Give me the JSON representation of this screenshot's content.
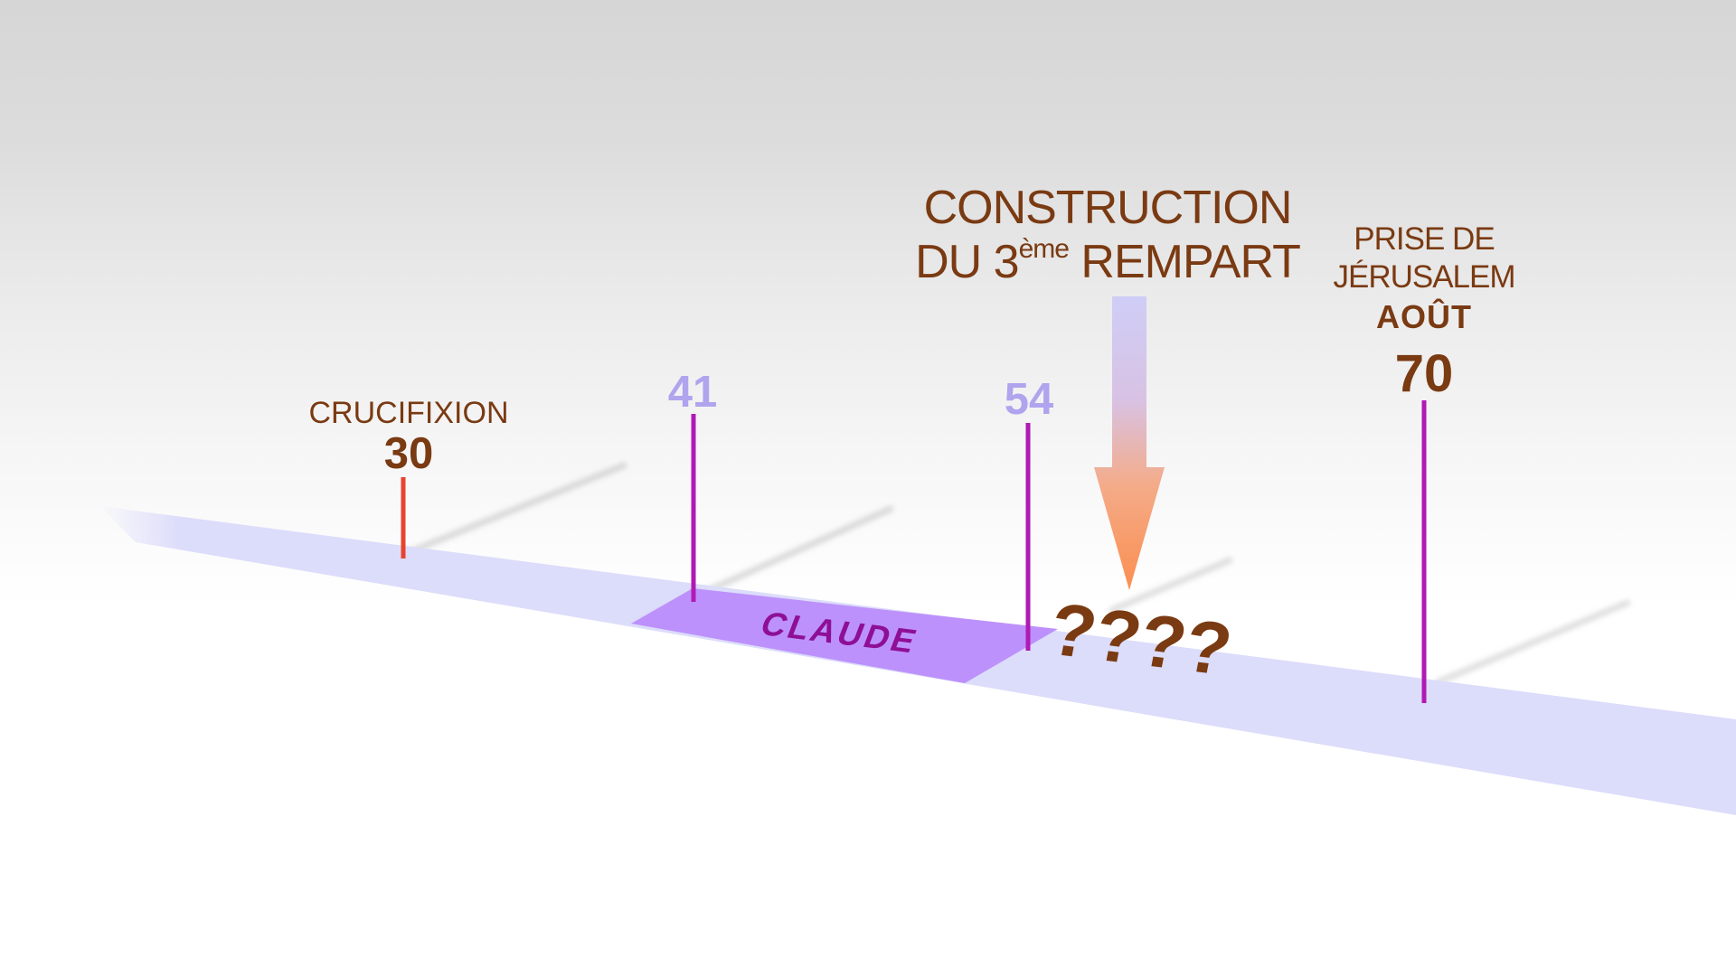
{
  "timeline": {
    "events": [
      {
        "label": "CRUCIFIXION",
        "year": "30"
      },
      {
        "year": "41"
      },
      {
        "year": "54"
      },
      {
        "label_lines": [
          "PRISE DE",
          "JÉRUSALEM"
        ],
        "month": "AOÛT",
        "year": "70"
      }
    ],
    "period": {
      "label": "CLAUDE",
      "from": "41",
      "to": "54"
    },
    "uncertain": {
      "title_line1": "CONSTRUCTION",
      "title_line2_prefix": "DU 3",
      "title_line2_sup": "ème",
      "title_line2_suffix": " REMPART",
      "marker": "????"
    }
  },
  "colors": {
    "brown": "#7a3a12",
    "violet_year": "#b0a4ee",
    "tick_magenta": "#b01ab4",
    "tick_red": "#e8432e",
    "band": "#dcdcfb",
    "claude_block": "#bd91fb",
    "claude_text": "#8e0f96",
    "arrow_top": "#cfcdf6",
    "arrow_bottom": "#fb975a"
  }
}
